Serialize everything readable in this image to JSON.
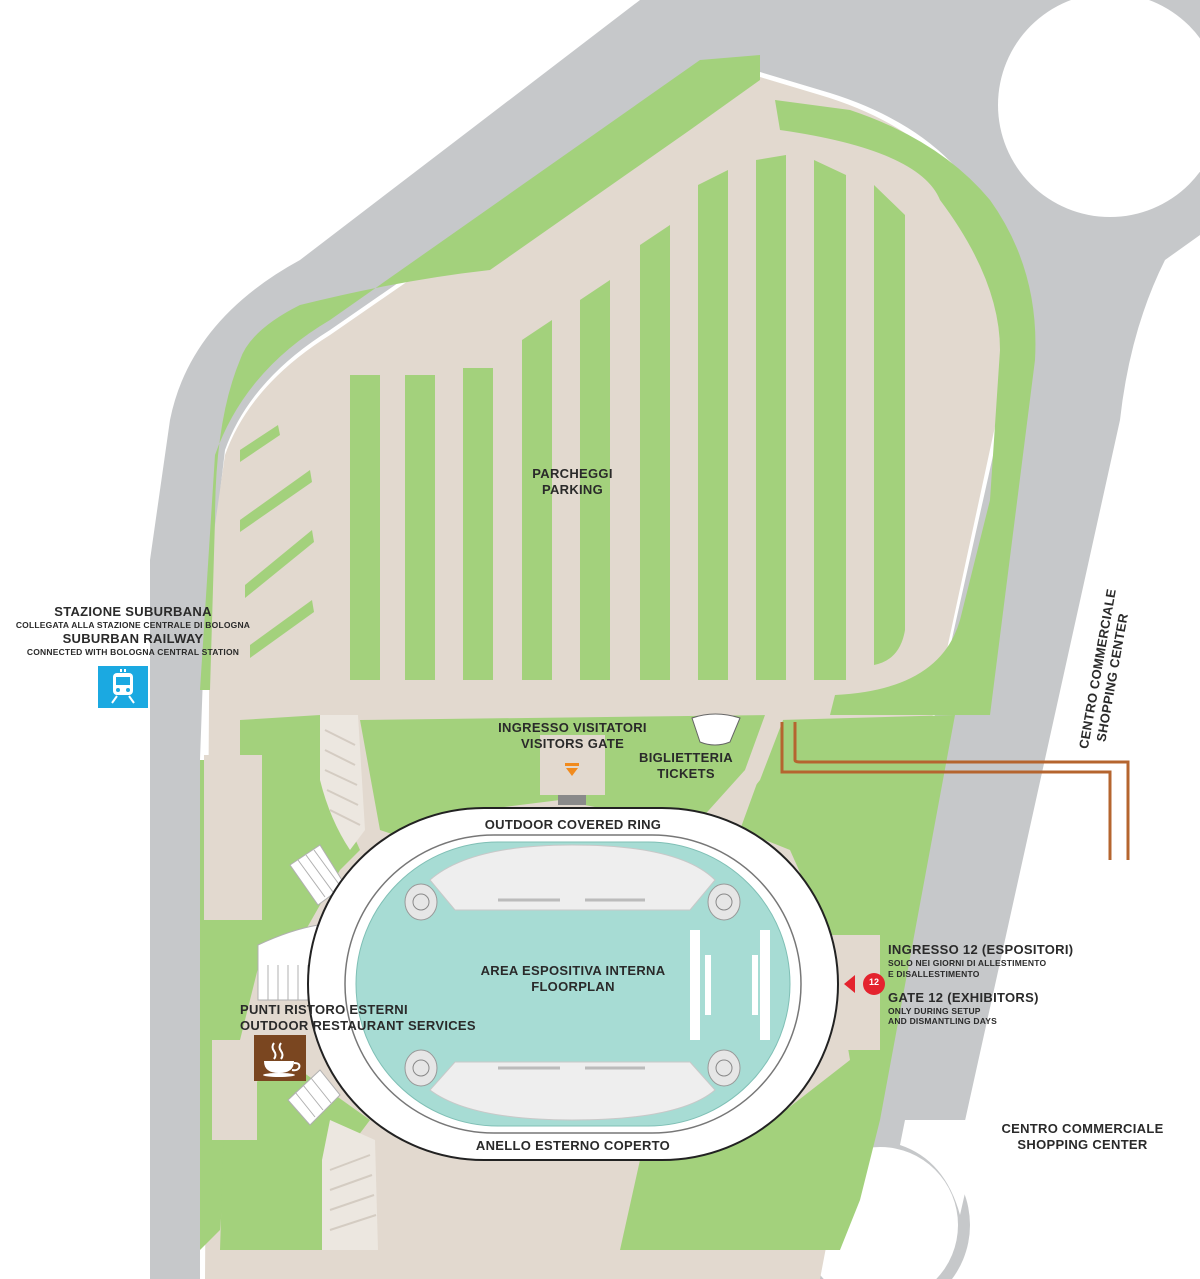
{
  "colors": {
    "road": "#c6c8ca",
    "paved": "#e2d9cf",
    "grass": "#a3d17c",
    "arena_white": "#ffffff",
    "floor": "#a7dcd4",
    "railway_blue": "#1ba9e1",
    "gate_red": "#e4232e",
    "path_brown": "#b5652f",
    "restaurant_brown": "#7a4620",
    "entry_orange": "#f18b1e"
  },
  "labels": {
    "parking": {
      "it": "PARCHEGGI",
      "en": "PARKING"
    },
    "station": {
      "it": "STAZIONE SUBURBANA",
      "it_sub": "COLLEGATA ALLA STAZIONE CENTRALE DI BOLOGNA",
      "en": "SUBURBAN RAILWAY",
      "en_sub": "CONNECTED WITH BOLOGNA CENTRAL STATION"
    },
    "visitors_gate": {
      "it": "INGRESSO VISITATORI",
      "en": "VISITORS GATE"
    },
    "tickets": {
      "it": "BIGLIETTERIA",
      "en": "TICKETS"
    },
    "outdoor_ring": "OUTDOOR COVERED RING",
    "floorplan": {
      "it": "AREA ESPOSITIVA INTERNA",
      "en": "FLOORPLAN"
    },
    "ring_it": "ANELLO ESTERNO COPERTO",
    "restaurant": {
      "it": "PUNTI RISTORO ESTERNI",
      "en": "OUTDOOR RESTAURANT SERVICES"
    },
    "gate12": {
      "it": "INGRESSO 12 (ESPOSITORI)",
      "it_sub1": "SOLO NEI GIORNI DI ALLESTIMENTO",
      "it_sub2": "E DISALLESTIMENTO",
      "en": "GATE 12 (EXHIBITORS)",
      "en_sub1": "ONLY DURING SETUP",
      "en_sub2": "AND DISMANTLING DAYS",
      "badge": "12"
    },
    "shopping_vertical": {
      "it": "CENTRO COMMERCIALE",
      "en": "SHOPPING CENTER"
    },
    "shopping": {
      "it": "CENTRO COMMERCIALE",
      "en": "SHOPPING CENTER"
    }
  },
  "icons": {
    "train": "train-icon",
    "coffee": "coffee-cup-icon",
    "entry": "entry-arrow-icon",
    "gate_arrow": "arrow-left-icon"
  }
}
